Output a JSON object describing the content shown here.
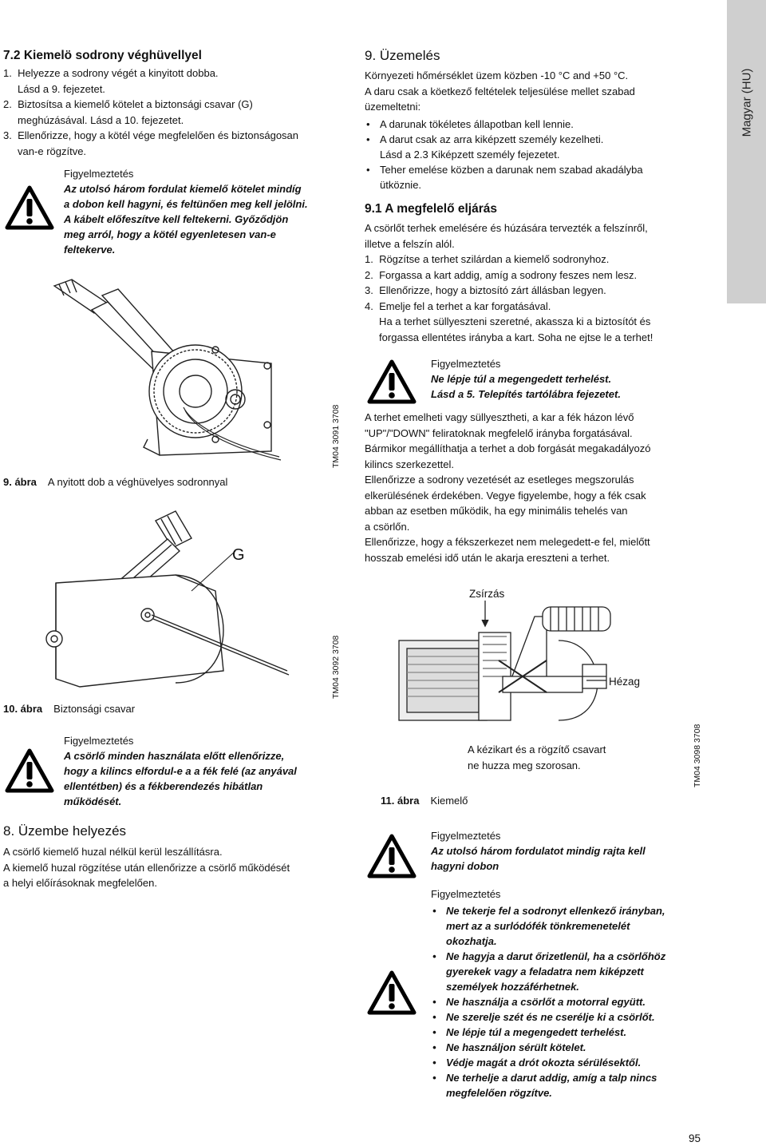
{
  "side_tab": "Magyar (HU)",
  "page_number": "95",
  "sec72": {
    "title": "7.2 Kiemelö sodrony véghüvellyel",
    "steps": [
      "1.  Helyezze a sodrony végét a kinyitott dobba.",
      "     Lásd a 9. fejezetet.",
      "2.  Biztosítsa a kiemelő kötelet a biztonsági csavar (G)",
      "     meghúzásával. Lásd a 10. fejezetet.",
      "3.  Ellenőrizze, hogy a kötél vége megfelelően és biztonságosan",
      "     van-e rögzítve."
    ],
    "warning_title": "Figyelmeztetés",
    "warning_lines": [
      "Az utolsó három fordulat kiemelő kötelet mindíg",
      "a dobon kell hagyni, és feltünően meg kell jelölni.",
      "A kábelt előfeszítve kell feltekerni. Győződjön",
      "meg arról, hogy a kötél egyenletesen van-e",
      "feltekerve."
    ]
  },
  "fig9": {
    "label": "9. ábra",
    "caption": "A nyitott dob a véghüvelyes sodronnyal",
    "tm": "TM04 3091 3708"
  },
  "fig10": {
    "label": "10. ábra",
    "caption": "Biztonsági csavar",
    "tm": "TM04 3092 3708",
    "g_label": "G"
  },
  "warn2": {
    "title": "Figyelmeztetés",
    "lines": [
      "A csörlő minden használata előtt ellenőrizze,",
      "hogy a kilincs elfordul-e a a fék felé (az anyával",
      "ellentétben) és a fékberendezés hibátlan",
      "működését."
    ]
  },
  "sec8": {
    "title": "8. Üzembe helyezés",
    "lines": [
      "A csörlő kiemelő huzal nélkül kerül leszállításra.",
      "A kiemelő huzal rögzítése után ellenőrizze a csörlő működését",
      "a helyi előírásoknak megfelelően."
    ]
  },
  "sec9": {
    "title": "9. Üzemelés",
    "intro": [
      "Környezeti hőmérséklet üzem közben -10 °C and +50 °C.",
      "A daru csak a köetkező feltételek teljesülése mellet szabad",
      "üzemeltetni:"
    ],
    "bullets": [
      [
        "A darunak tökéletes állapotban kell lennie."
      ],
      [
        "A darut csak az arra kiképzett személy kezelheti.",
        "Lásd a 2.3 Kiképzett személy fejezetet."
      ],
      [
        "Teher emelése közben a darunak nem szabad akadályba",
        "ütköznie."
      ]
    ]
  },
  "sec91": {
    "title": "9.1 A megfelelő eljárás",
    "intro": [
      "A csörlőt terhek emelésére és húzására tervezték a felszínről,",
      "illetve a felszín alól."
    ],
    "steps": [
      "1.  Rögzítse a terhet szilárdan a kiemelő sodronyhoz.",
      "2.  Forgassa a kart addig, amíg a sodrony feszes nem lesz.",
      "3.  Ellenőrizze, hogy a biztosító zárt állásban legyen.",
      "4.  Emelje fel a terhet a kar forgatásával.",
      "     Ha a terhet süllyeszteni szeretné, akassza ki a biztosítót és",
      "     forgassa ellentétes irányba a kart. Soha ne ejtse le a terhet!"
    ]
  },
  "warn3": {
    "title": "Figyelmeztetés",
    "lines": [
      "Ne lépje túl a megengedett terhelést.",
      "Lásd a 5. Telepítés tartólábra fejezetet."
    ]
  },
  "ops_text": [
    "A terhet emelheti vagy süllyesztheti, a kar a fék házon lévő",
    "\"UP\"/\"DOWN\" feliratoknak megfelelő irányba forgatásával.",
    "Bármikor megállíthatja a terhet a dob forgását megakadályozó",
    "kilincs szerkezettel.",
    "Ellenőrizze a sodrony vezetését az esetleges megszorulás",
    "elkerülésének érdekében. Vegye figyelembe, hogy a fék csak",
    "abban az esetben működik, ha egy minimális tehelés van",
    "a csörlőn.",
    "Ellenőrizze, hogy a fékszerkezet nem melegedett-e fel, mielőtt",
    "hosszab emelési idő után le akarja ereszteni a terhet."
  ],
  "fig11": {
    "label": "11. ábra",
    "caption": "Kiemelő",
    "tm": "TM04 3098 3708",
    "zsirzas": "Zsírzás",
    "hezag": "Hézag",
    "note": [
      "A kézikart és a rögzítő csavart",
      "ne huzza meg szorosan."
    ]
  },
  "warn4": {
    "title": "Figyelmeztetés",
    "lines": [
      "Az utolsó három fordulatot mindig rajta kell",
      "hagyni dobon"
    ]
  },
  "warn5": {
    "title": "Figyelmeztetés",
    "bullets": [
      [
        "Ne tekerje fel a sodronyt ellenkező irányban,",
        "mert az a surlódófék tönkremenetelét",
        "okozhatja."
      ],
      [
        "Ne hagyja a darut őrizetlenül, ha a csörlőhöz",
        "gyerekek vagy a feladatra nem kiképzett",
        "személyek hozzáférhetnek."
      ],
      [
        "Ne használja a csörlőt a motorral együtt."
      ],
      [
        "Ne szerelje szét és ne cserélje ki a csörlőt."
      ],
      [
        "Ne lépje túl a megengedett terhelést."
      ],
      [
        "Ne használjon sérült kötelet."
      ],
      [
        "Védje magát a drót okozta sérülésektől."
      ],
      [
        "Ne terhelje a darut addig, amíg a talp nincs",
        "megfelelően rögzítve."
      ]
    ]
  }
}
